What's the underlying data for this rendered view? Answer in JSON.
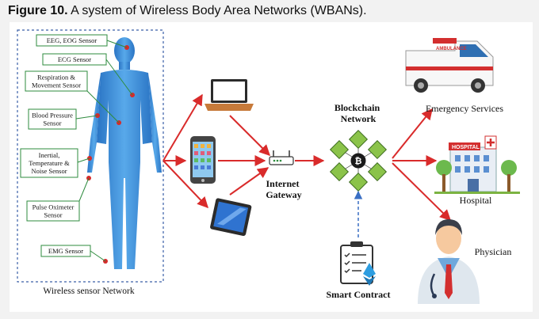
{
  "caption": {
    "figure_label": "Figure 10.",
    "text": "A system of Wireless Body Area Networks (WBANs)."
  },
  "sensors": [
    "EEG, EOG Sensor",
    "ECG Sensor",
    [
      "Respiration &",
      "Movement Sensor"
    ],
    [
      "Blood Pressure",
      "Sensor"
    ],
    [
      "Inertial,",
      "Temperature &",
      "Noise Sensor"
    ],
    [
      "Pulse Oximeter",
      "Sensor"
    ],
    "EMG Sensor"
  ],
  "wsn_label": "Wireless sensor Network",
  "gateway_label": [
    "Internet",
    "Gateway"
  ],
  "blockchain_label": [
    "Blockchain",
    "Network"
  ],
  "smart_contract_label": "Smart Contract",
  "emergency_label": "Emergency Services",
  "hospital_label": "Hospital",
  "physician_label": "Physician",
  "ambulance_text": "AMBULANCE",
  "hospital_sign": "HOSPITAL",
  "colors": {
    "arrow": "#d92b2b",
    "connector": "#2e8b3e",
    "dashed": "#3a6fc4",
    "body": "#3a8fd8",
    "chain": "#8bc34a"
  }
}
